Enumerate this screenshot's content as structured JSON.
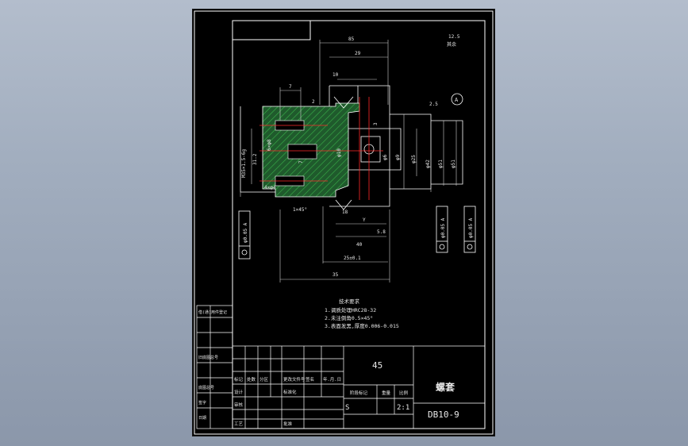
{
  "colors": {
    "sheet_background": "#000000",
    "line": "#ffffff",
    "section_hatch_fill": "#1f5a2c",
    "hatch": "#39b54a",
    "center_line": "#ff2a2a",
    "dimension": "#e8e8e8"
  },
  "drawing": {
    "dimensions": {
      "top_overall": "85",
      "top_inner": "29",
      "small_7": "7",
      "left_chamfer": "2",
      "left_thread": "M35×1.5-6g",
      "left_dia": "31.2",
      "left_seven": "7",
      "left_holes": "6×φ8",
      "hole_label": "4×φ4",
      "angle_left": "1×45°",
      "right_chamfer_upper": "10",
      "right_small_a": "3",
      "right_dia_1": "φ6",
      "right_dia_2": "φ9",
      "right_dia_3": "φ25",
      "right_dia_4": "φ42",
      "right_dia_5": "φ51",
      "right_dia_6": "φ51",
      "mid_dims": "φ10",
      "bottom_dim_1": "18",
      "bottom_dim_2": "Y",
      "bottom_dim_3": "5.8",
      "bottom_dim_4": "40",
      "bottom_dim_5": "25±0.1",
      "bottom_overall": "35",
      "roughness_top": "12.5",
      "roughness_other": "其余",
      "datum_A": "A",
      "tolerance_1": "φ0.05 A",
      "tolerance_2": "φ0.05 A",
      "tolerance_3": "φ0.05 A",
      "small_tolerance_label": "2.5",
      "notes_title": "技术要求",
      "notes": [
        "1.调质处理HRC28-32",
        "2.未注倒角0.5×45°",
        "3.表面发黑,厚度0.006-0.015"
      ]
    }
  },
  "title_block": {
    "material": "45",
    "part_name": "螺套",
    "drawing_number": "DB10-9",
    "scale": "2:1",
    "stage_label": "S",
    "col_headers": [
      "阶段标记",
      "重量",
      "比例"
    ],
    "revision_headers": [
      "标记",
      "处数",
      "分区",
      "更改文件号",
      "签名",
      "年.月.日"
    ],
    "designer_label": "设计",
    "standard_label": "标准化",
    "reviewer_label": "审核",
    "process_label": "工艺",
    "approve_label": "批准"
  },
  "side_panel": {
    "rows": [
      "借(通)用件登记",
      "旧底图总号",
      "底图总号",
      "签字",
      "日期"
    ]
  }
}
